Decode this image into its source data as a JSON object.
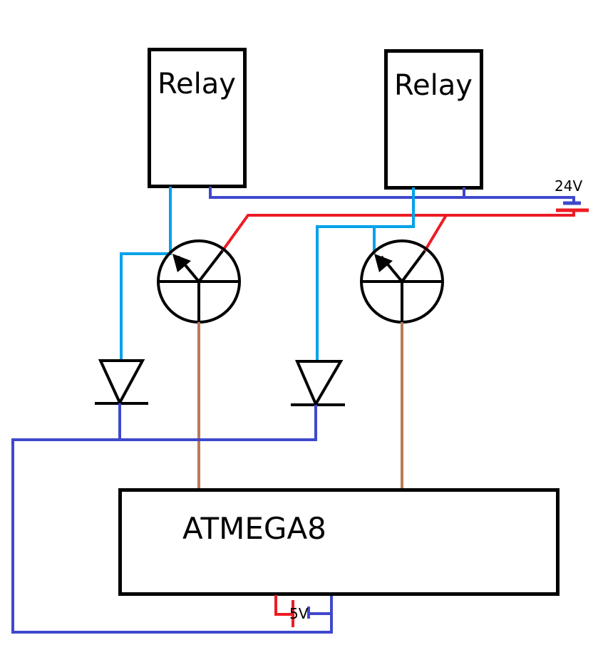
{
  "diagram": {
    "title": "",
    "components": {
      "relay_1": {
        "label": "Relay"
      },
      "relay_2": {
        "label": "Relay"
      },
      "microcontroller": {
        "label": "ATMEGA8"
      },
      "supply_24v": {
        "label": "24V"
      },
      "supply_5v": {
        "label": "5V"
      },
      "transistor_1": {
        "type": "transistor"
      },
      "transistor_2": {
        "type": "transistor"
      },
      "diode_1": {
        "type": "diode"
      },
      "diode_2": {
        "type": "diode"
      }
    },
    "wire_colors": {
      "negative": "#3f48cc",
      "positive": "#ed1c24",
      "relay_coil": "#00a2e8",
      "signal": "#b97a57",
      "component_outline": "#000000"
    }
  }
}
